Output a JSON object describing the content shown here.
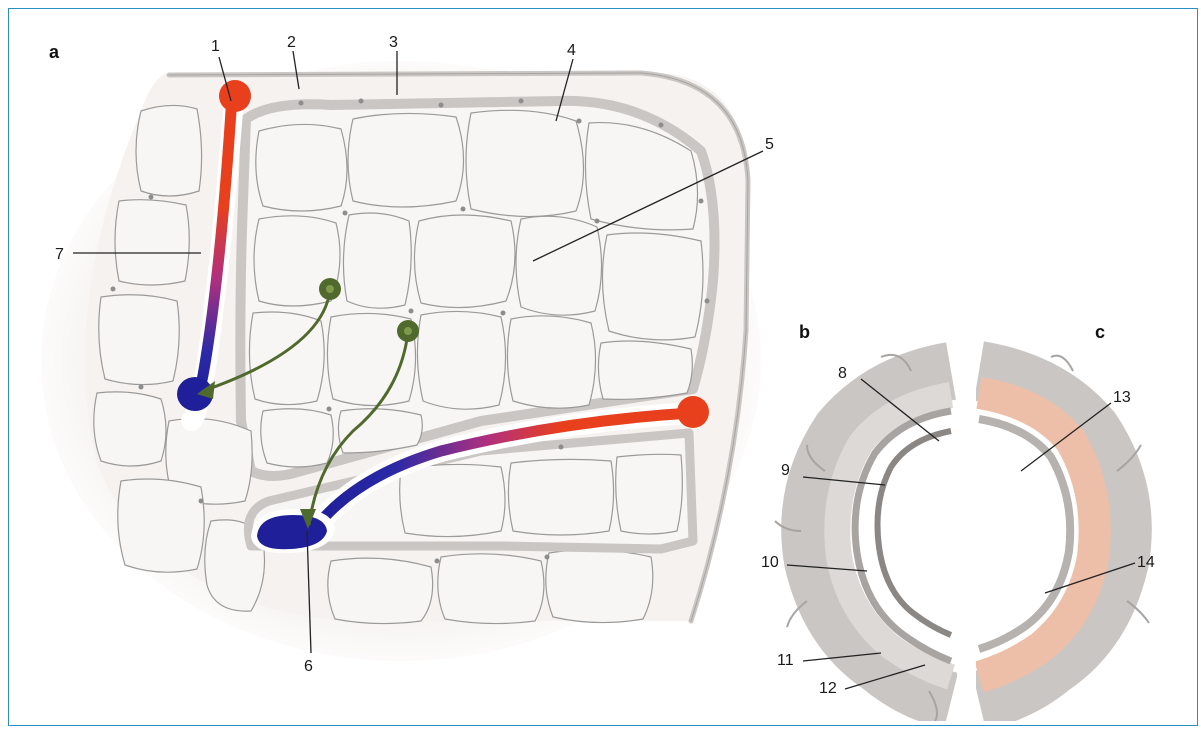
{
  "panels": {
    "a": "a",
    "b": "b",
    "c": "c"
  },
  "labels": {
    "l1": "1",
    "l2": "2",
    "l3": "3",
    "l4": "4",
    "l5": "5",
    "l6": "6",
    "l7": "7",
    "l8": "8",
    "l9": "9",
    "l10": "10",
    "l11": "11",
    "l12": "12",
    "l13": "13",
    "l14": "14"
  },
  "colors": {
    "frame": "#2a8fc4",
    "vessel_red": "#e8401c",
    "vessel_blue": "#1f1f9a",
    "vessel_magenta": "#b0307e",
    "nerve_green": "#4f6a2c",
    "tissue_grey": "#c9c6c3",
    "cell_fill": "#f8f6f4",
    "ring_pink": "#eebfa8"
  }
}
